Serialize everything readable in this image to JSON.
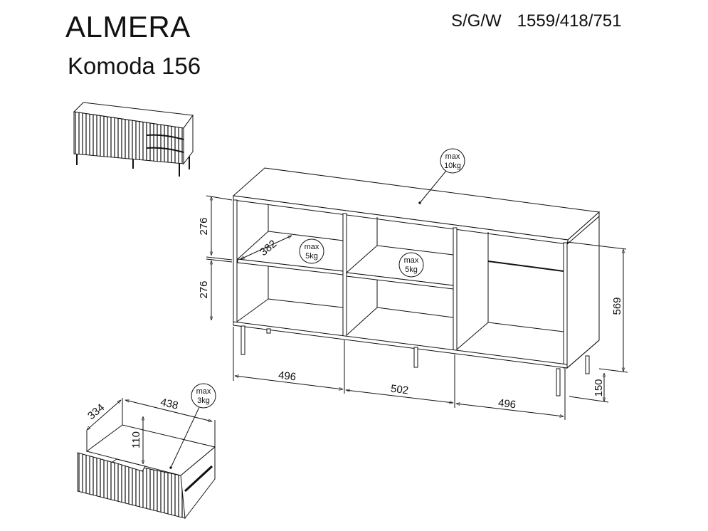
{
  "header": {
    "title": "ALMERA",
    "subtitle": "Komoda 156",
    "dimension_code": "S/G/W",
    "dimensions": "1559/418/751"
  },
  "main_drawing": {
    "top_load": {
      "line1": "max",
      "line2": "10kg"
    },
    "left_shelf_load": {
      "line1": "max",
      "line2": "5kg"
    },
    "middle_shelf_load": {
      "line1": "max",
      "line2": "5kg"
    },
    "shelf_depth": "382",
    "upper_compartment_height": "276",
    "lower_compartment_height": "276",
    "body_height": "569",
    "leg_height": "150",
    "left_width": "496",
    "middle_width": "502",
    "right_width": "496"
  },
  "drawer_drawing": {
    "depth": "334",
    "width": "438",
    "height": "110",
    "load": {
      "line1": "max",
      "line2": "3kg"
    }
  }
}
